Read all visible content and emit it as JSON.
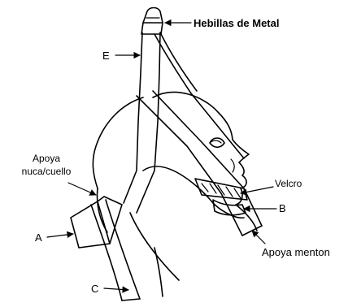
{
  "labels": {
    "buckles": "Hebillas de Metal",
    "e": "E",
    "apoya_line1": "Apoya",
    "apoya_line2": "nuca/cuello",
    "velcro": "Velcro",
    "b": "B",
    "a": "A",
    "c": "C",
    "apoya_menton": "Apoya menton"
  }
}
